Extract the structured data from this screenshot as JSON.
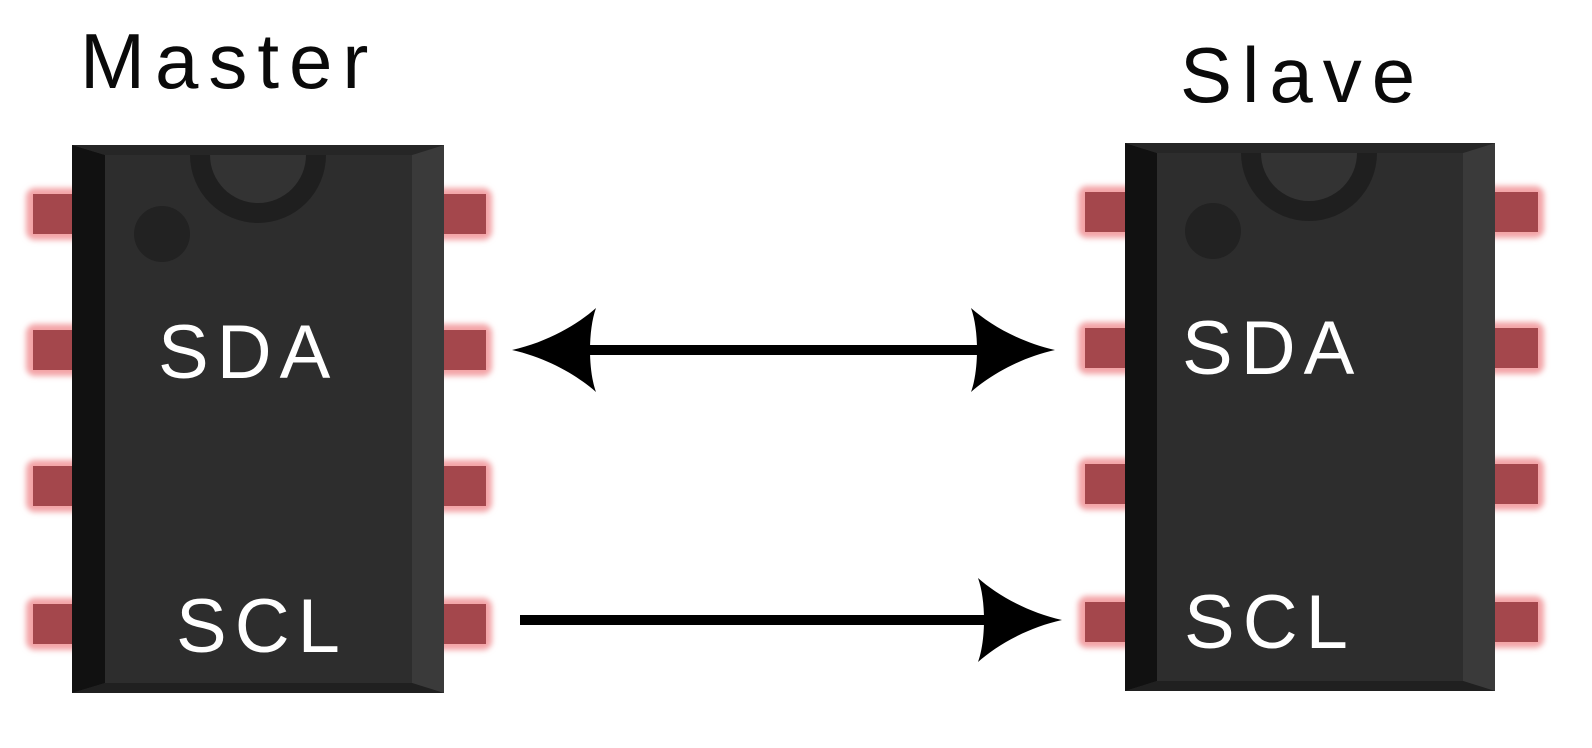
{
  "master": {
    "title": "Master",
    "pin_labels": {
      "sda": "SDA",
      "scl": "SCL"
    }
  },
  "slave": {
    "title": "Slave",
    "pin_labels": {
      "sda": "SDA",
      "scl": "SCL"
    }
  },
  "connections": [
    {
      "signal": "SDA",
      "direction": "bidirectional"
    },
    {
      "signal": "SCL",
      "direction": "master-to-slave"
    }
  ],
  "colors": {
    "chip_body": "#2d2d2d",
    "chip_edge": "#111111",
    "chip_side": "#3a3a3a",
    "pin_pad": "#a4474c",
    "pin_glow": "#f3a3a6",
    "pin_leg": "#8a8a8a",
    "notch": "#1f1f1f",
    "dot": "#222222",
    "arrow": "#000000",
    "label": "#ffffff"
  }
}
